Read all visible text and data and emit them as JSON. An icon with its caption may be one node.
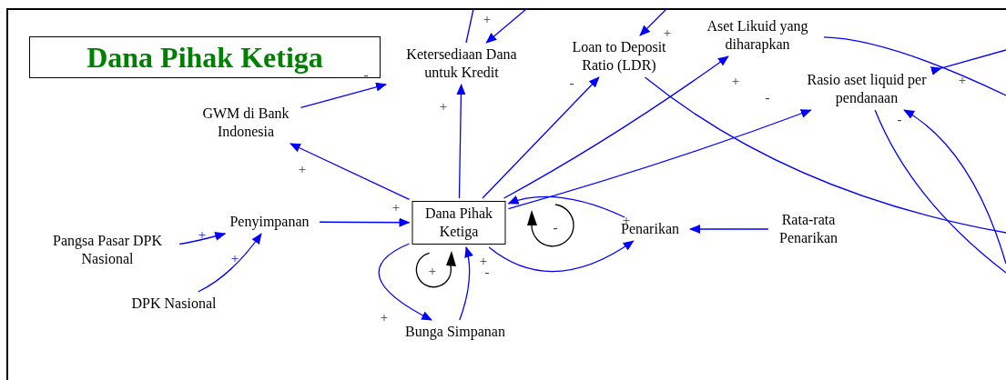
{
  "diagram": {
    "title": "Dana Pihak Ketiga",
    "nodes": [
      {
        "text": [
          "Ketersediaan Dana untuk Kredit"
        ]
      },
      {
        "text": [
          "Loan to Deposit Ratio (LDR)"
        ]
      },
      {
        "text": [
          "Aset Likuid yang diharapkan"
        ]
      },
      {
        "text": [
          "Rasio aset liquid per pendanaan"
        ]
      },
      {
        "text": [
          "GWM di Bank Indonesia"
        ]
      },
      {
        "text": [
          "Dana Pihak Ketiga"
        ]
      },
      {
        "text": [
          "Penyimpanan"
        ]
      },
      {
        "text": [
          "Penarikan"
        ]
      },
      {
        "text": [
          "Rata-rata Penarikan"
        ]
      },
      {
        "text": [
          "Pangsa Pasar DPK Nasional"
        ]
      },
      {
        "text": [
          "DPK Nasional"
        ]
      },
      {
        "text": [
          "Bunga Simpanan"
        ]
      }
    ],
    "edges": [
      {
        "from": 4,
        "to": 0,
        "arrow": "to"
      },
      {
        "from": 5,
        "to": 0,
        "arrow": "to"
      },
      {
        "from": 5,
        "to": 4,
        "arrow": "to"
      },
      {
        "from": 5,
        "to": 1,
        "arrow": "to"
      },
      {
        "from": 5,
        "to": 2,
        "arrow": "to"
      },
      {
        "from": 5,
        "to": 3,
        "arrow": "to"
      },
      {
        "from": 5,
        "to": 7,
        "arrow": "to"
      },
      {
        "from": 7,
        "to": 5,
        "arrow": "to"
      },
      {
        "from": 8,
        "to": 7,
        "arrow": "to"
      },
      {
        "from": 6,
        "to": 5,
        "arrow": "to"
      },
      {
        "from": 9,
        "to": 6,
        "arrow": "to"
      },
      {
        "from": 10,
        "to": 6,
        "arrow": "to"
      },
      {
        "from": 5,
        "to": 11,
        "arrow": "to"
      },
      {
        "from": 11,
        "to": 5,
        "arrow": "to"
      },
      {
        "from": 0,
        "to": null,
        "arrow": "none"
      },
      {
        "from": null,
        "to": 0,
        "arrow": "to"
      },
      {
        "from": null,
        "to": 1,
        "arrow": "to"
      },
      {
        "from": 1,
        "to": null,
        "arrow": "none"
      },
      {
        "from": 2,
        "to": null,
        "arrow": "none"
      },
      {
        "from": null,
        "to": 3,
        "arrow": "to"
      },
      {
        "from": null,
        "to": 3,
        "arrow": "to"
      },
      {
        "from": 3,
        "to": null,
        "arrow": "none"
      }
    ],
    "labels": [
      "+",
      "+",
      "-",
      "+",
      "-",
      "-",
      "+",
      "+",
      "-",
      "+",
      "+",
      "+",
      "+",
      "-",
      "+",
      "+",
      "-",
      "+",
      "+"
    ]
  }
}
